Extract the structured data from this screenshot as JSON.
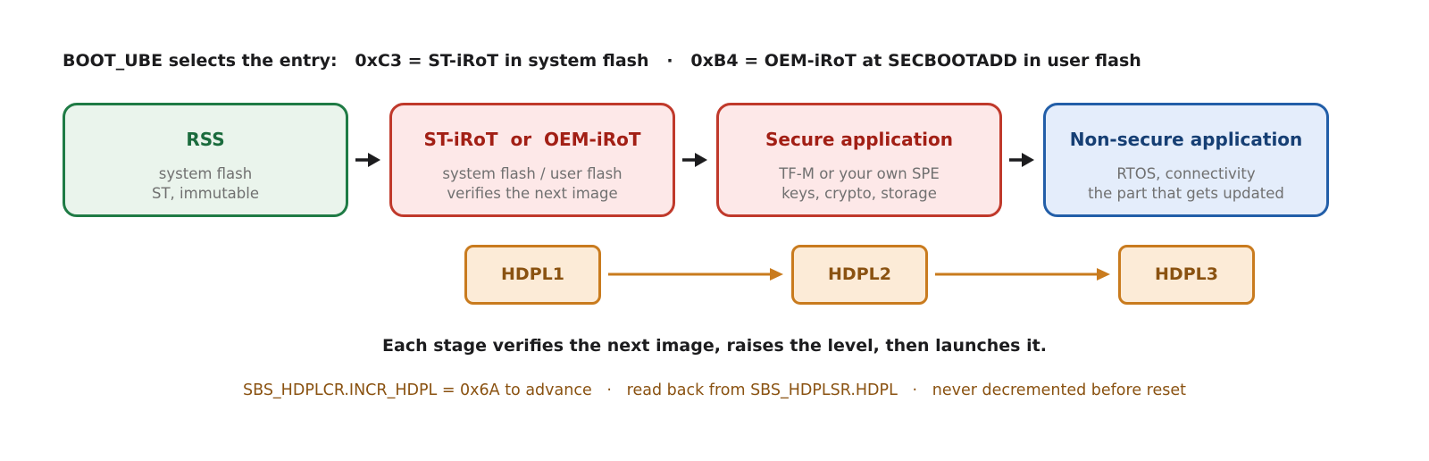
{
  "heading": "BOOT_UBE selects the entry:   0xC3 = ST-iRoT in system flash   ·   0xB4 = OEM-iRoT at SECBOOTADD in user flash",
  "stages": [
    {
      "title": "RSS",
      "line1": "system flash",
      "line2": "ST, immutable"
    },
    {
      "title": "ST-iRoT  or  OEM-iRoT",
      "line1": "system flash  /  user flash",
      "line2": "verifies the next image"
    },
    {
      "title": "Secure application",
      "line1": "TF-M or your own SPE",
      "line2": "keys, crypto, storage"
    },
    {
      "title": "Non-secure application",
      "line1": "RTOS, connectivity",
      "line2": "the part that gets updated"
    }
  ],
  "hdpl_levels": [
    "HDPL1",
    "HDPL2",
    "HDPL3"
  ],
  "caption": "Each stage verifies the next image, raises the level, then launches it.",
  "note": "SBS_HDPLCR.INCR_HDPL = 0x6A to advance   ·   read back from SBS_HDPLSR.HDPL   ·   never decremented before reset",
  "colors": {
    "rss_border": "#1f7b45",
    "rss_fill": "#eaf4ec",
    "iroot_border": "#c0392b",
    "iroot_fill": "#fde8e8",
    "nonsecure_border": "#225ea8",
    "nonsecure_fill": "#e4edfb",
    "hdpl_border": "#c97b1e",
    "hdpl_fill": "#fcebd7",
    "flow_arrow": "#1c1c1e",
    "hdpl_arrow": "#c97b1e"
  }
}
